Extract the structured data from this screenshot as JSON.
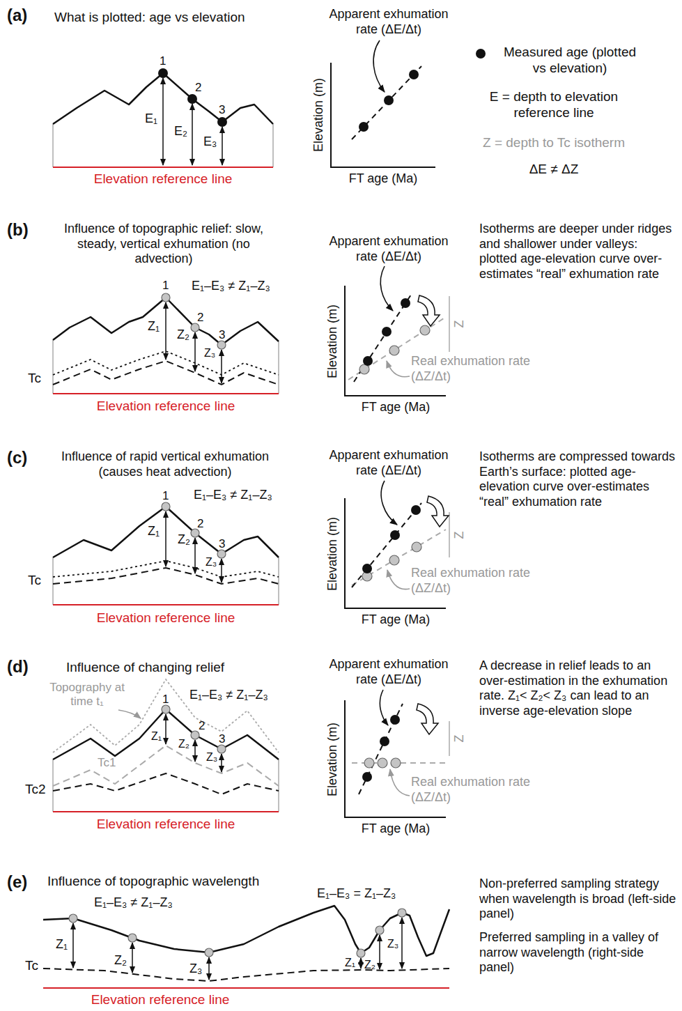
{
  "diagram": {
    "labels": [
      "(a)",
      "What is plotted: age vs elevation",
      "1",
      "2",
      "3",
      "E₁",
      "E₂",
      "E₃",
      "Elevation reference line",
      "Apparent exhumation rate (ΔE/Δt)",
      "Elevation (m)",
      "FT age (Ma)",
      "E = depth to elevation reference line",
      "Z = depth to Tc isotherm",
      "ΔE ≠ ΔZ",
      "(b)",
      "Influence of topographic relief: slow, steady, vertical exhumation (no advection)",
      "1",
      "2",
      "3",
      "E₁–E₃ ≠ Z₁–Z₃",
      "Z₁",
      "Z₂",
      "Z₃",
      "Tc",
      "Elevation reference line",
      "Apparent exhumation rate (ΔE/Δt)",
      "Elevation (m)",
      "FT age (Ma)",
      "Z",
      "Real exhumation rate (ΔZ/Δt)",
      "Isotherms are deeper under ridges and shallower under valleys: plotted age-elevation curve over-estimates “real” exhumation rate",
      "(c)",
      "Influence of rapid vertical exhumation (causes heat advection)",
      "1",
      "2",
      "3",
      "E₁–E₃ ≠ Z₁–Z₃",
      "Z₁",
      "Z₂",
      "Z₃",
      "Tc",
      "Elevation reference line",
      "Apparent exhumation rate (ΔE/Δt)",
      "Elevation (m)",
      "FT age (Ma)",
      "Z",
      "Real exhumation rate (ΔZ/Δt)",
      "Isotherms are compressed towards Earth’s surface: plotted age-elevation curve over-estimates “real” exhumation rate",
      "(d)",
      "Influence of changing relief",
      "Topography at time t₁",
      "E₁–E₃ ≠ Z₁–Z₃",
      "1",
      "2",
      "3",
      "Z₁",
      "Z₂",
      "Z₃",
      "Tc1",
      "Tc2",
      "Elevation reference line",
      "Apparent exhumation rate (ΔE/Δt)",
      "Elevation (m)",
      "FT age (Ma)",
      "Z",
      "Real exhumation rate (ΔZ/Δt)",
      "A decrease in relief leads to an over-estimation in the exhumation rate. Z₁< Z₂< Z₃ can lead to an inverse age-elevation slope",
      "(e)",
      "Influence of topographic wavelength",
      "E₁–E₃ ≠ Z₁–Z₃",
      "Z₁",
      "Z₂",
      "Z₃",
      "Tc",
      "E₁–E₃ = Z₁–Z₃",
      "Z₁",
      "Z₂",
      "Z₃",
      "Elevation reference line",
      "Non-preferred sampling strategy when wavelength is broad (left-side panel)",
      "Preferred sampling in a valley of narrow wavelength (right-side panel)"
    ],
    "legend": [
      {
        "text": "Measured age (plotted vs elevation)"
      }
    ]
  }
}
